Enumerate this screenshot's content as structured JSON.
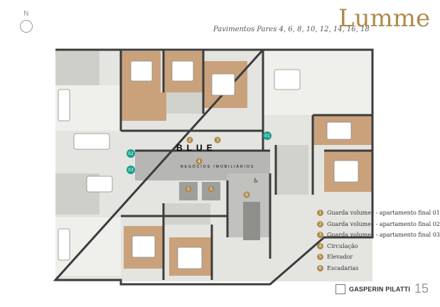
{
  "north": {
    "label": "N"
  },
  "header": {
    "subtitle": "Pavimentos Pares 4, 6, 8, 10, 12, 14, 16, 18",
    "brand_logo_text": "Lumme"
  },
  "watermark": {
    "main": "BLUE",
    "sub": "NEGÓCIOS IMOBILIÁRIOS"
  },
  "apartment_markers": [
    {
      "label": "01"
    },
    {
      "label": "02"
    },
    {
      "label": "03"
    }
  ],
  "legend": {
    "items": [
      {
        "num": "1",
        "text": "Guarda volumes - apartamento final 01"
      },
      {
        "num": "2",
        "text": "Guarda volumes - apartamento final 02"
      },
      {
        "num": "3",
        "text": "Guarda volumes - apartamento final 03"
      },
      {
        "num": "4",
        "text": "Circulação"
      },
      {
        "num": "5",
        "text": "Elevador"
      },
      {
        "num": "6",
        "text": "Escadarias"
      }
    ]
  },
  "developer": {
    "name": "GASPERIN PILATTI",
    "years": "15"
  },
  "colors": {
    "accent": "#b0894c",
    "marker": "#1a9e8a",
    "wood": "#c9a27c",
    "wall": "#3c3c3c",
    "tile": "#d8d8d4",
    "circulation": "#b6b6b4"
  }
}
